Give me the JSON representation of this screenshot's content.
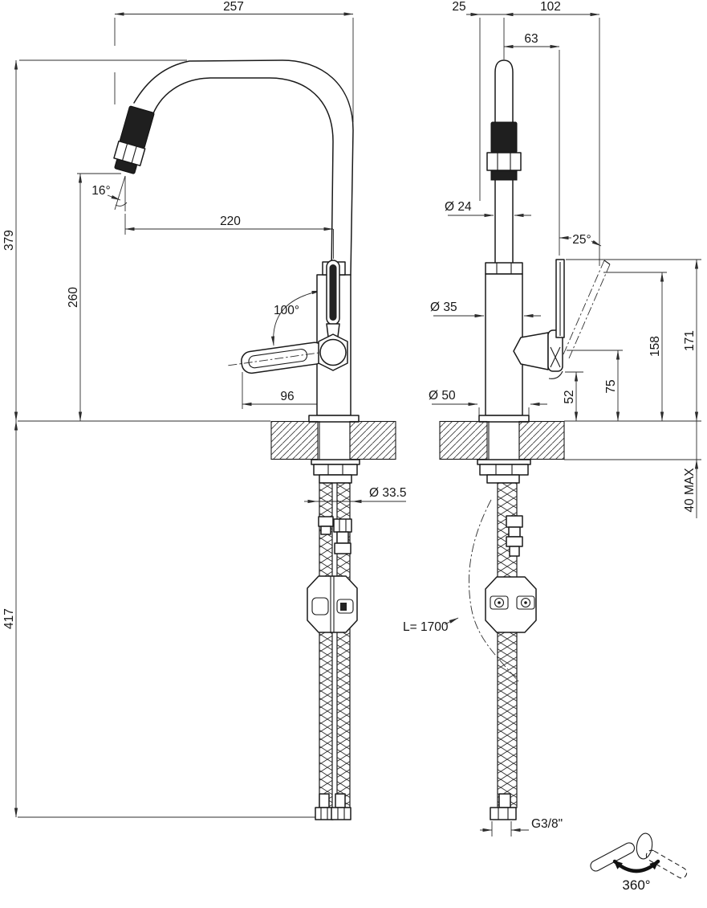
{
  "drawing": {
    "description": "Dimensional technical drawing of a single-lever kitchen mixer tap with swivel U-spout, flexible supply hoses and counterweight; side view, front view and 360° swivel pictogram",
    "side_view": {
      "spout_reach_overall": "257",
      "spout_end_angle": "16°",
      "spout_reach_to_axis": "220",
      "height_above_deck": "379",
      "spout_outlet_height": "260",
      "lever_opening_angle": "100°",
      "lever_reach": "96",
      "under_deck_depth": "417",
      "hose_pair_diameter": "Ø 33.5"
    },
    "front_view": {
      "base_front_offset": "25",
      "lever_tip_offset": "102",
      "lever_offset": "63",
      "spout_diameter": "Ø 24",
      "body_diameter": "Ø 35",
      "base_diameter": "Ø 50",
      "lever_tilt_angle": "25°",
      "lever_top_height": "171",
      "lever_open_height": "158",
      "lever_underside_height": "75",
      "body_ledge_height": "52",
      "deck_thickness_max": "40 MAX",
      "hose_length": "L= 1700",
      "supply_connection": "G3/8\""
    },
    "swivel": {
      "rotation_label": "360°"
    }
  }
}
